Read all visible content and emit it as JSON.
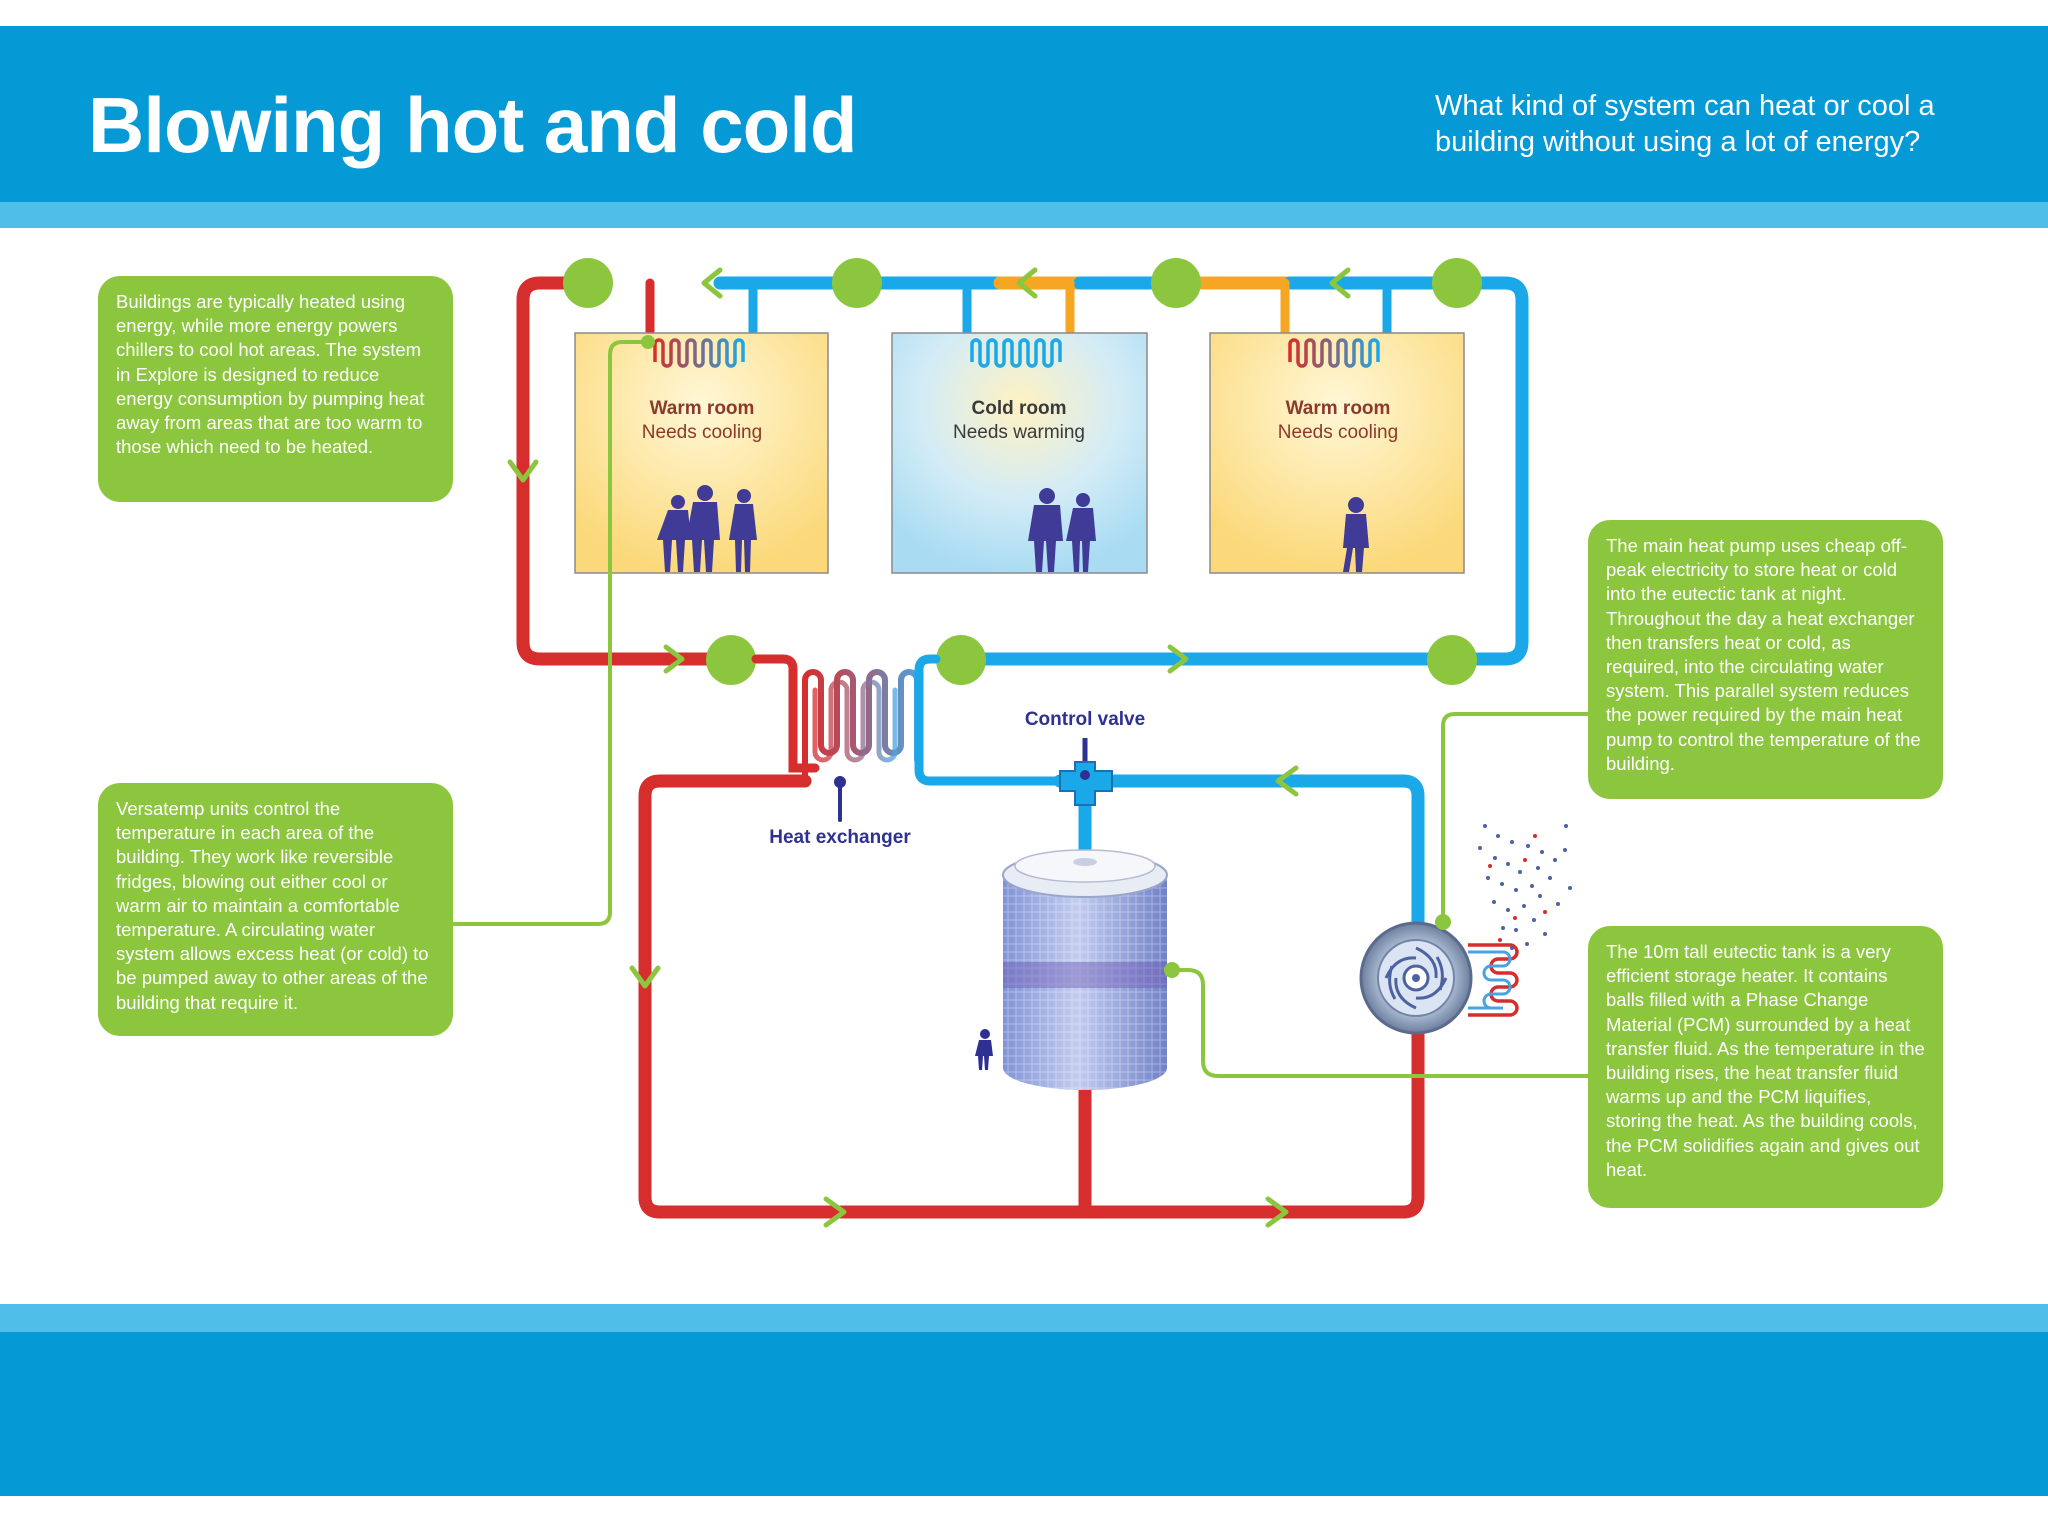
{
  "header": {
    "title": "Blowing hot and cold",
    "subtitle": "What kind of system can heat or cool a building without using a lot of energy?"
  },
  "info_boxes": {
    "buildings": "Buildings are typically heated using energy, while more energy powers chillers to cool hot areas. The system in Explore is designed to reduce energy consumption by pumping heat away from areas that are too warm to those which need to be heated.",
    "versatemp": "Versatemp units control the temperature in each area of the building. They work like reversible fridges, blowing out either cool or warm air to maintain a comfortable temperature. A circulating water system allows excess heat (or cold) to be pumped away to other areas of the building that require it.",
    "heat_pump": "The main heat pump uses cheap off-peak electricity to store heat or cold into the eutectic tank at night. Throughout the day a heat exchanger then transfers heat or cold, as required, into the circulating water system. This parallel system reduces the power required by the main heat pump to control the temperature of the building.",
    "eutectic_tank": "The 10m tall eutectic tank is a very efficient storage heater. It contains balls filled with a Phase Change Material (PCM) surrounded by a heat transfer fluid. As the temperature in the building rises, the heat transfer fluid warms up and the PCM liquifies, storing the heat. As the building cools, the PCM solidifies again and gives out heat."
  },
  "rooms": [
    {
      "name": "Warm room",
      "status": "Needs cooling",
      "type": "warm"
    },
    {
      "name": "Cold room",
      "status": "Needs warming",
      "type": "cold"
    },
    {
      "name": "Warm room",
      "status": "Needs cooling",
      "type": "warm"
    }
  ],
  "labels": {
    "control_valve": "Control valve",
    "heat_exchanger": "Heat exchanger"
  },
  "colors": {
    "header_blue": "#0599d6",
    "light_blue": "#4fbfea",
    "info_green": "#8cc63f",
    "hot_pipe": "#d62d2d",
    "cold_pipe": "#1aa8e8",
    "warm_pipe": "#f5a623",
    "label_navy": "#2e3192"
  }
}
